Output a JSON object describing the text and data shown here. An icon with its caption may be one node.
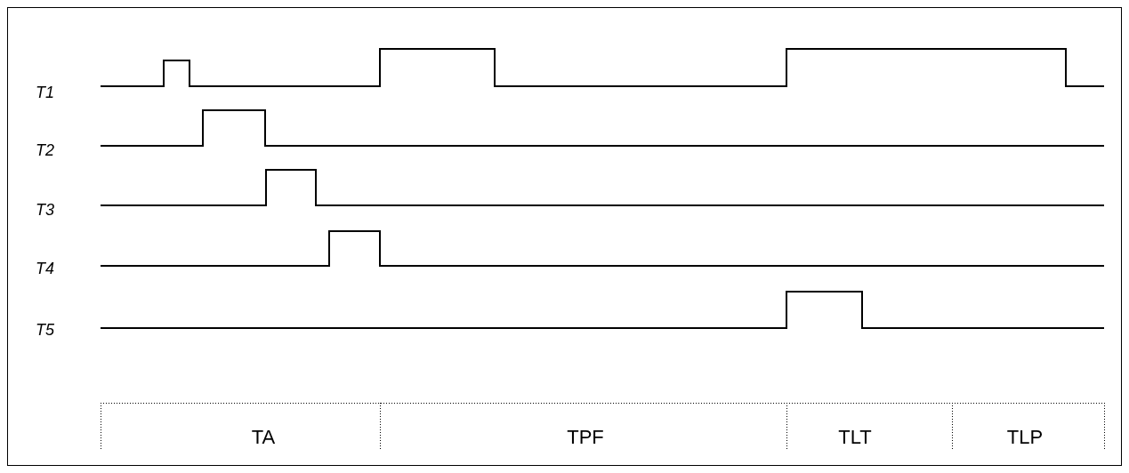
{
  "diagram": {
    "labels": [
      "T1",
      "T2",
      "T3",
      "T4",
      "T5",
      "TA",
      "TPF",
      "TLT",
      "TLP"
    ]
  }
}
